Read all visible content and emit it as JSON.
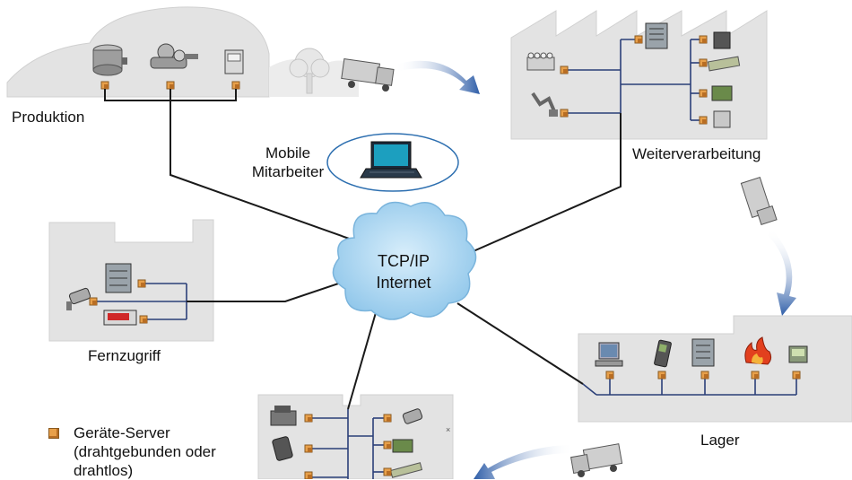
{
  "labels": {
    "produktion": "Produktion",
    "weiterverarbeitung": "Weiterverarbeitung",
    "mobile_line1": "Mobile",
    "mobile_line2": "Mitarbeiter",
    "cloud_line1": "TCP/IP",
    "cloud_line2": "Internet",
    "fernzugriff": "Fernzugriff",
    "lager": "Lager",
    "legend_line1": "Geräte-Server",
    "legend_line2": "(drahtgebunden oder",
    "legend_line3": "drahtlos)"
  },
  "colors": {
    "building": "#e3e3e3",
    "building_edge": "#cfcfcf",
    "network_line": "#1a1a1a",
    "lan_line": "#2b3f78",
    "arrow": "#3a63a8",
    "cloud": "#a8d4ee",
    "device_server": "#e8a04a"
  },
  "icons": [
    "truck-icon",
    "tree-icon",
    "laptop-icon",
    "server-icon",
    "camera-icon",
    "printer-icon",
    "fire-icon",
    "scanner-icon",
    "robot-arm-icon",
    "cash-register-icon"
  ]
}
